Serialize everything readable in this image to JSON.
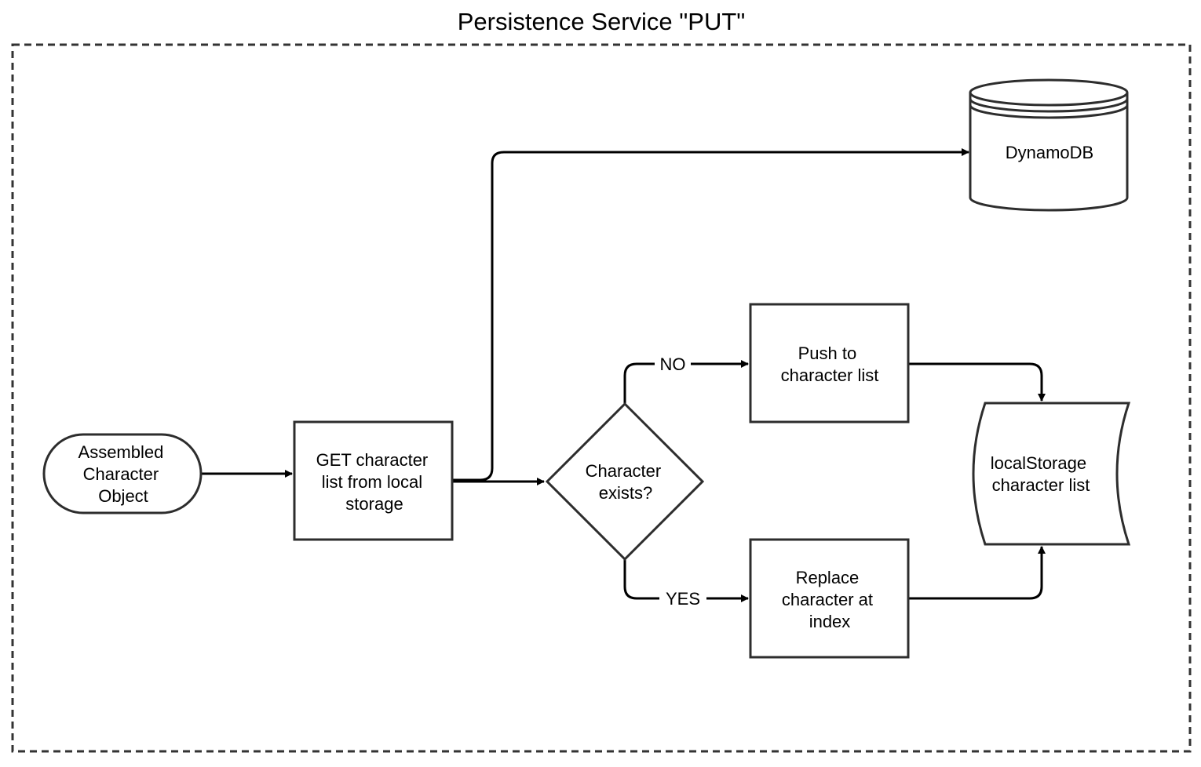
{
  "diagram": {
    "title": "Persistence Service \"PUT\"",
    "nodes": {
      "assembled": {
        "lines": [
          "Assembled",
          "Character",
          "Object"
        ]
      },
      "get_list": {
        "lines": [
          "GET character",
          "list from local",
          "storage"
        ]
      },
      "decision": {
        "lines": [
          "Character",
          "exists?"
        ]
      },
      "push": {
        "lines": [
          "Push to",
          "character list"
        ]
      },
      "replace": {
        "lines": [
          "Replace",
          "character at",
          "index"
        ]
      },
      "dynamodb": {
        "lines": [
          "DynamoDB"
        ]
      },
      "localstorage": {
        "lines": [
          "localStorage",
          "character list"
        ]
      }
    },
    "edge_labels": {
      "no": "NO",
      "yes": "YES"
    }
  }
}
